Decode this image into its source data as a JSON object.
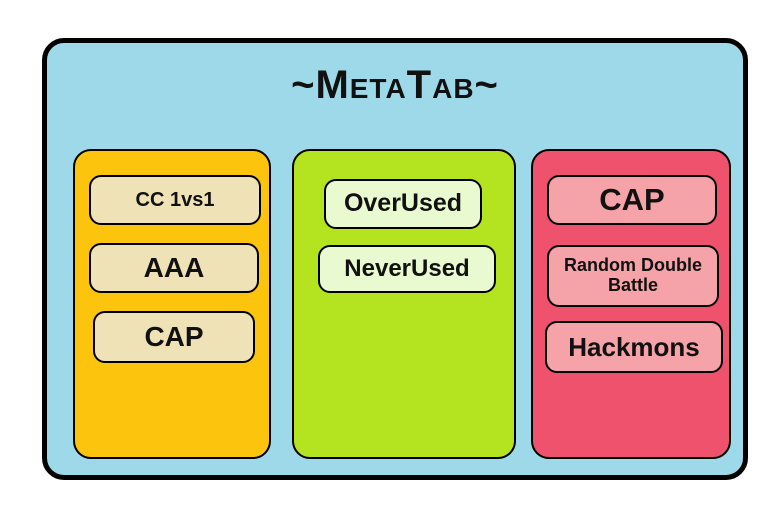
{
  "title": "~MetaTab~",
  "colors": {
    "background": "#9dd9e8",
    "border": "#000000"
  },
  "columns": [
    {
      "name": "left",
      "color": "#fdc40e",
      "item_color": "#efe2b6",
      "items": [
        {
          "label": "CC 1vs1",
          "font_size": 20
        },
        {
          "label": "AAA",
          "font_size": 28
        },
        {
          "label": "CAP",
          "font_size": 28
        }
      ]
    },
    {
      "name": "middle",
      "color": "#b4e31f",
      "item_color": "#eafad0",
      "items": [
        {
          "label": "OverUsed",
          "font_size": 25
        },
        {
          "label": "NeverUsed",
          "font_size": 24
        }
      ]
    },
    {
      "name": "right",
      "color": "#ee526d",
      "item_color": "#f5a3a8",
      "items": [
        {
          "label": "CAP",
          "font_size": 31
        },
        {
          "label": "Random Double Battle",
          "font_size": 18
        },
        {
          "label": "Hackmons",
          "font_size": 26
        }
      ]
    }
  ]
}
